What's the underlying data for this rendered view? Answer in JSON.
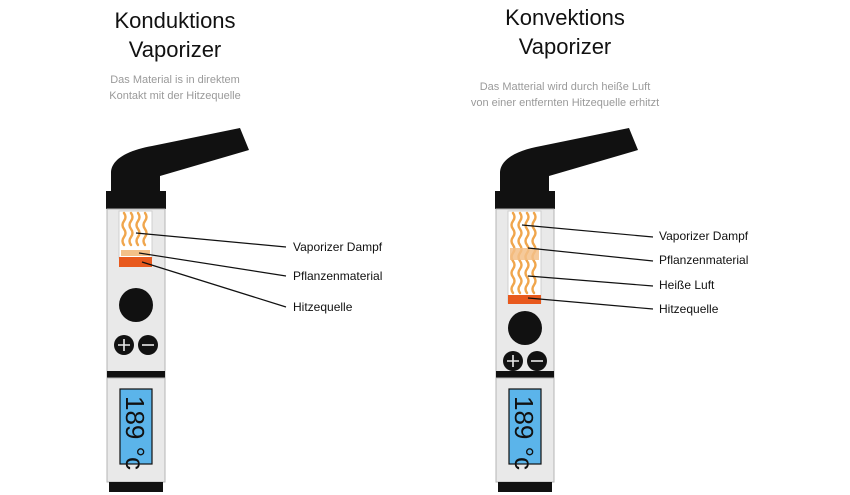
{
  "panels": [
    {
      "title": "Konduktions\nVaporizer",
      "subtitle": "Das Material is in direktem\nKontakt mit der Hitzequelle",
      "labels": [
        "Vaporizer Dampf",
        "Pflanzenmaterial",
        "Hitzequelle"
      ],
      "display": "189 °c"
    },
    {
      "title": "Konvektions\nVaporizer",
      "subtitle": "Das Matterial wird durch heiße Luft\nvon einer entfernten Hitzequelle erhitzt",
      "labels": [
        "Vaporizer Dampf",
        "Pflanzenmaterial",
        "Heiße Luft",
        "Hitzequelle"
      ],
      "display": "189 °c"
    }
  ],
  "colors": {
    "body": "#e9e9e9",
    "body_stroke": "#b5b5b5",
    "dark": "#111111",
    "vapor": "#f0a64d",
    "heater": "#e8591d",
    "screen": "#5bb4ea"
  },
  "icons": [
    "plus-icon",
    "minus-icon"
  ]
}
